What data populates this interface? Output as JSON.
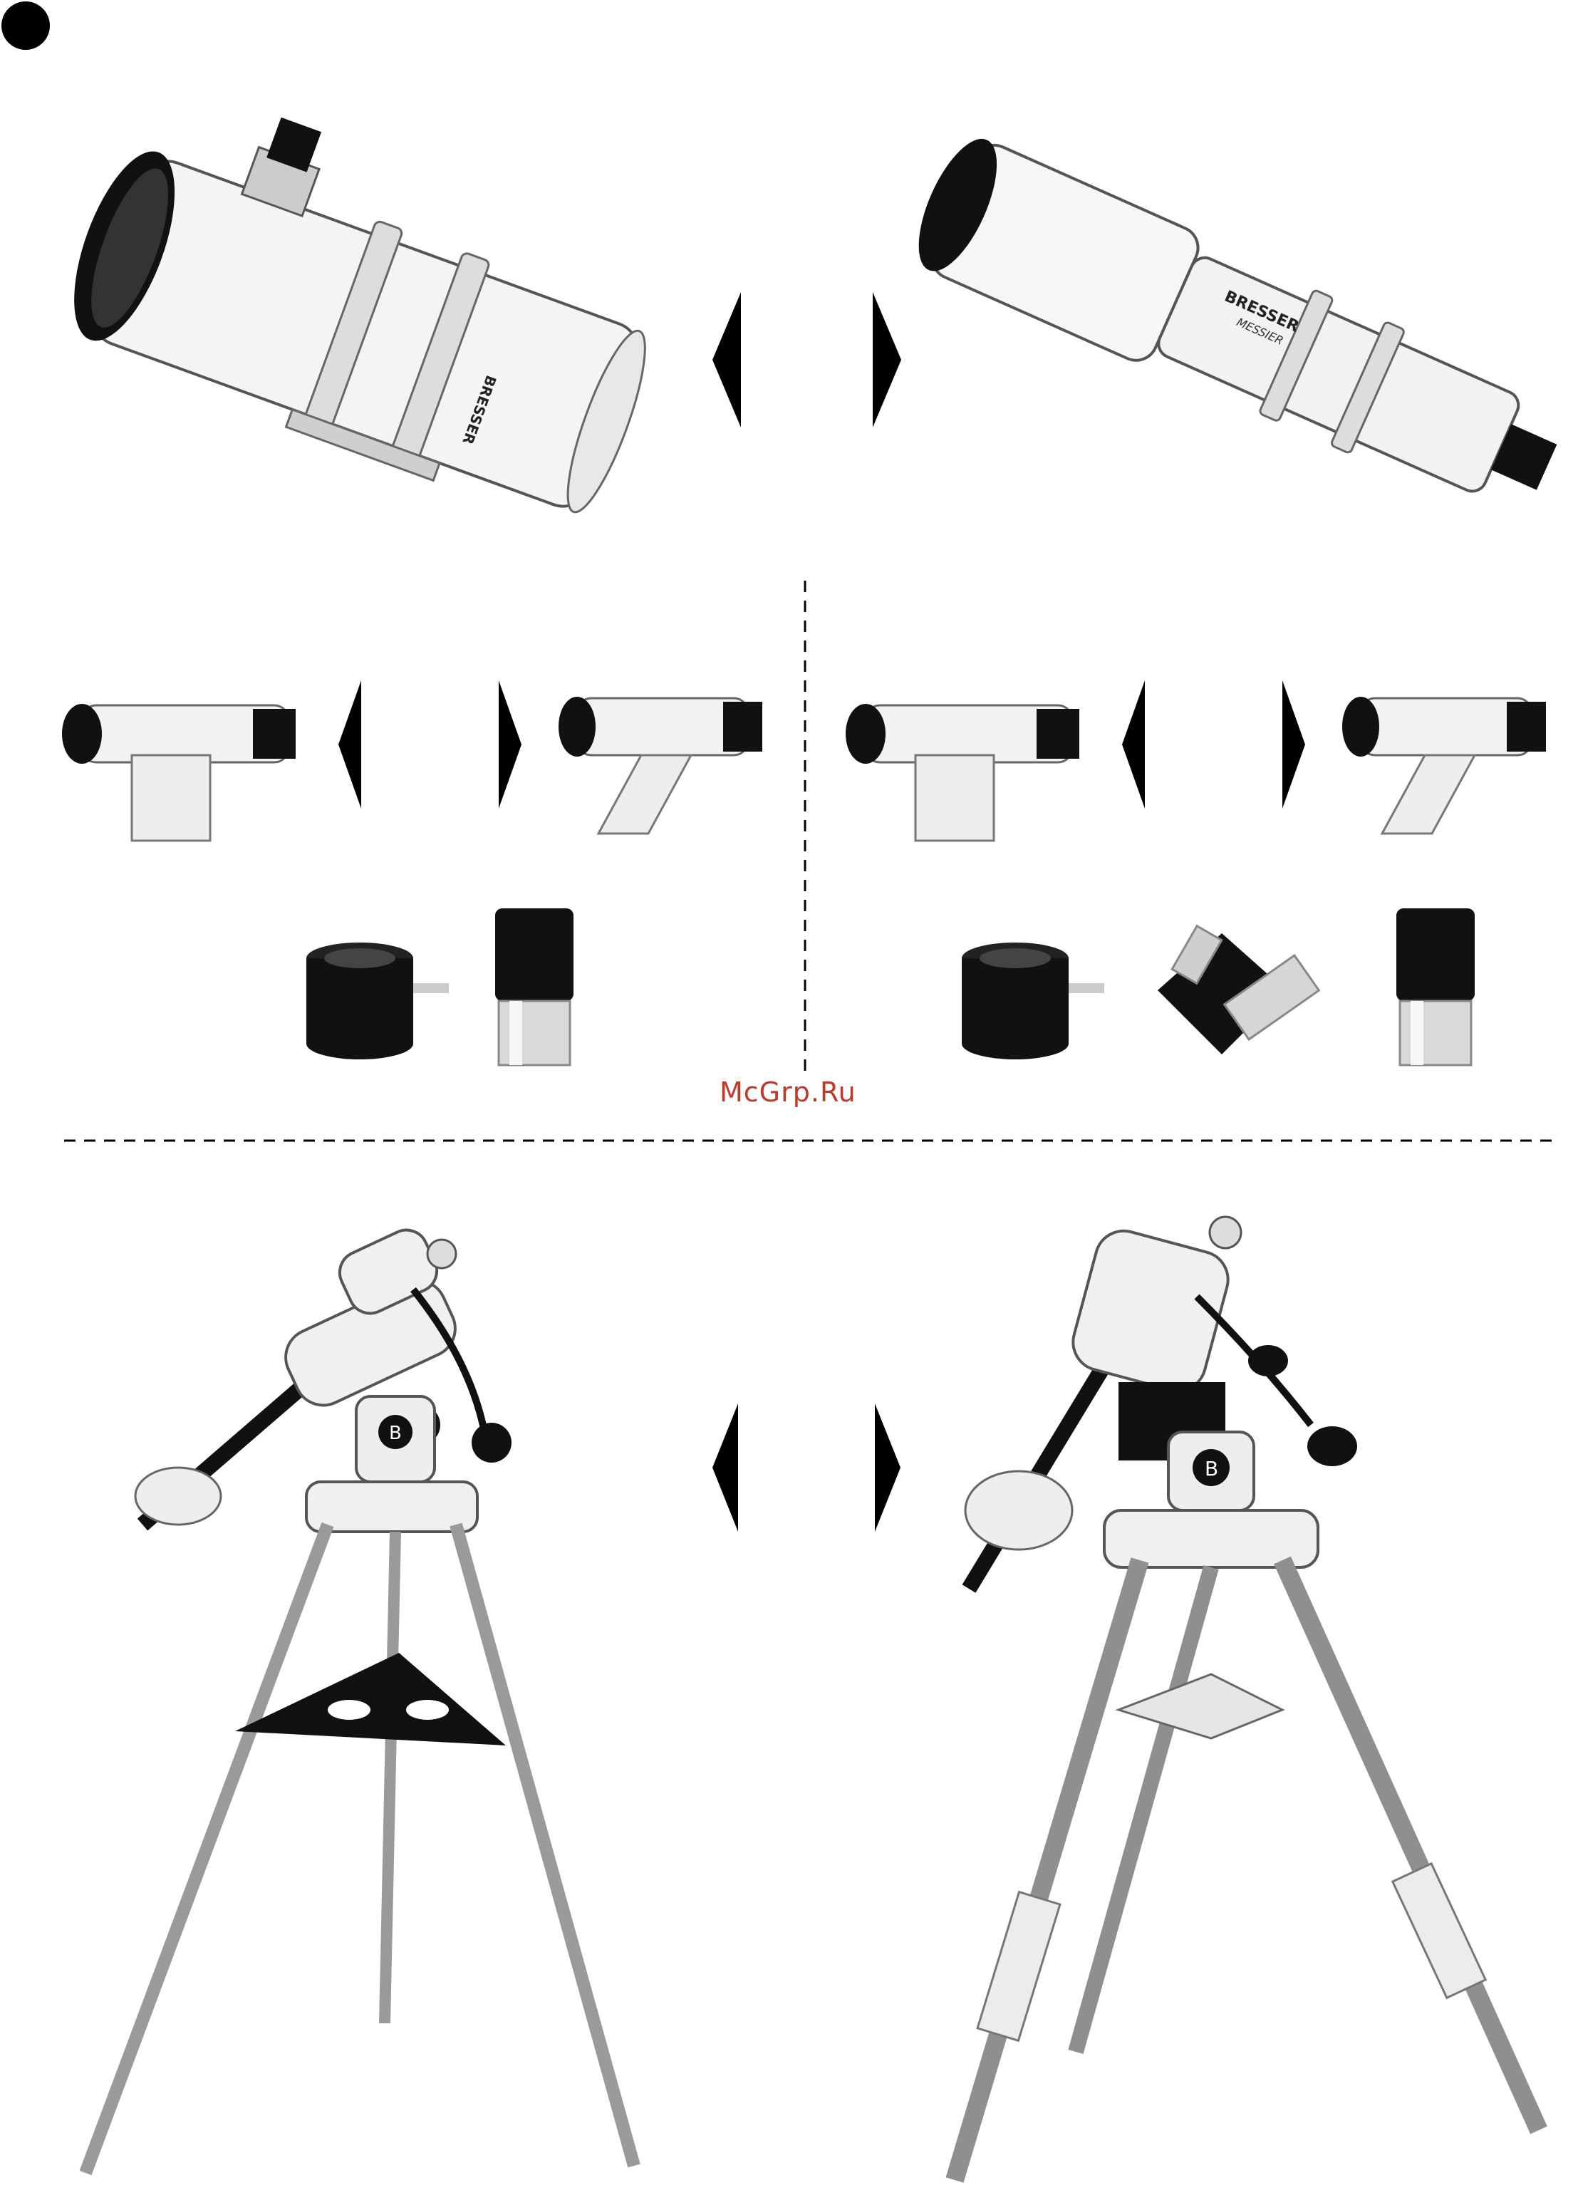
{
  "page": {
    "watermark": "McGrp.Ru",
    "brand_text": "BRESSER",
    "brand_sub": "MESSIER",
    "mount_logo": "B"
  },
  "icons": {
    "marker": "filled-circle-icon",
    "arrow_left": "triangle-left-icon",
    "arrow_right": "triangle-right-icon"
  },
  "colors": {
    "ink": "#000000",
    "tube": "#f2f2f2",
    "metal": "#bdbdbd",
    "watermark": "#c0392b"
  }
}
